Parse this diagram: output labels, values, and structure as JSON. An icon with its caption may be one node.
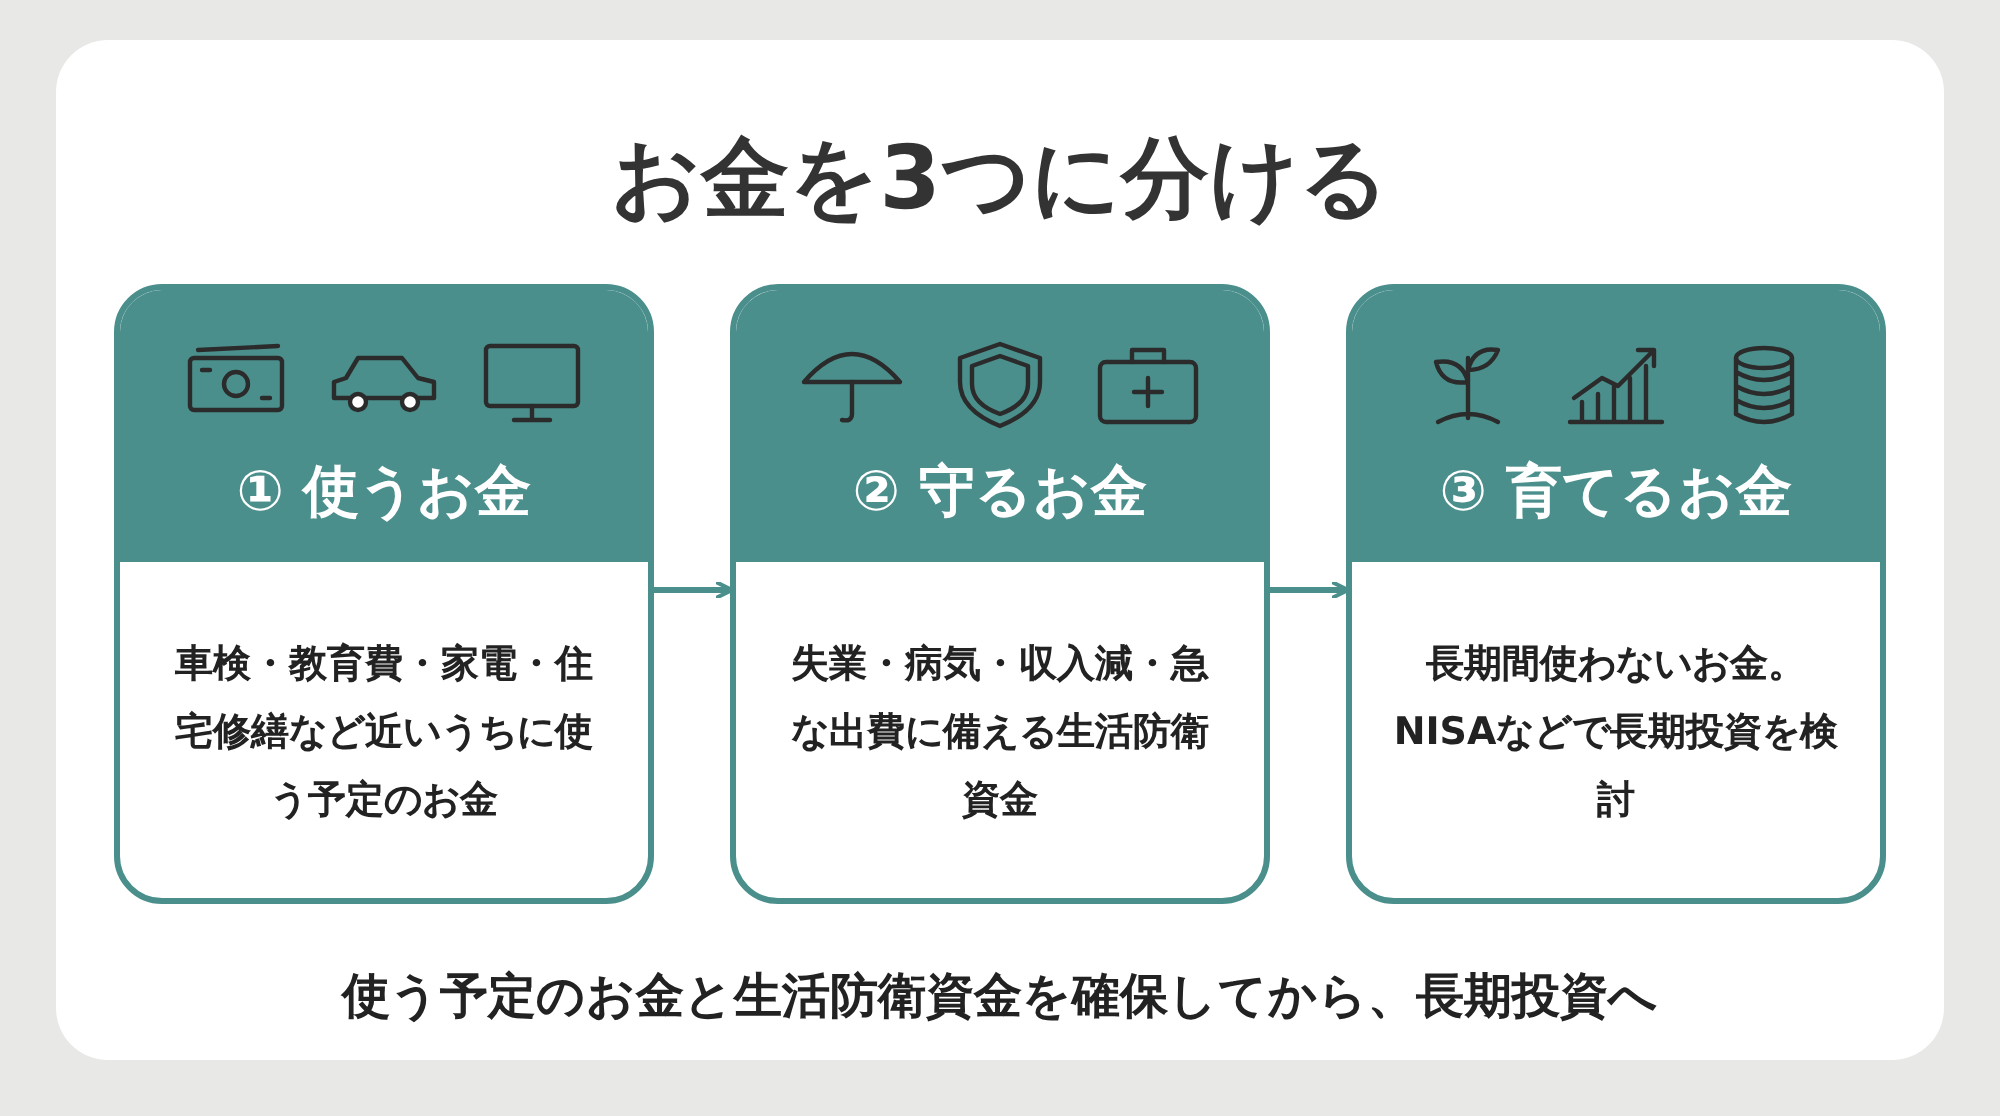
{
  "diagram": {
    "title": "お金を3つに分ける",
    "nodes": [
      {
        "text": [
          "① 使うお金",
          "車検・教育費・家電・住宅修繕など近いうちに使う予定のお金"
        ]
      },
      {
        "text": [
          "② 守るお金",
          "失業・病気・収入減・急な出費に備える生活防衛資金"
        ]
      },
      {
        "text": [
          "③ 育てるお金",
          "長期間使わないお金。NISAなどで長期投資を検討"
        ]
      }
    ],
    "edges": [
      {
        "from": 0,
        "to": 1,
        "arrow": "to"
      },
      {
        "from": 1,
        "to": 2,
        "arrow": "to"
      }
    ],
    "caption": "使う予定のお金と生活防衛資金を確保してから、長期投資へ"
  }
}
